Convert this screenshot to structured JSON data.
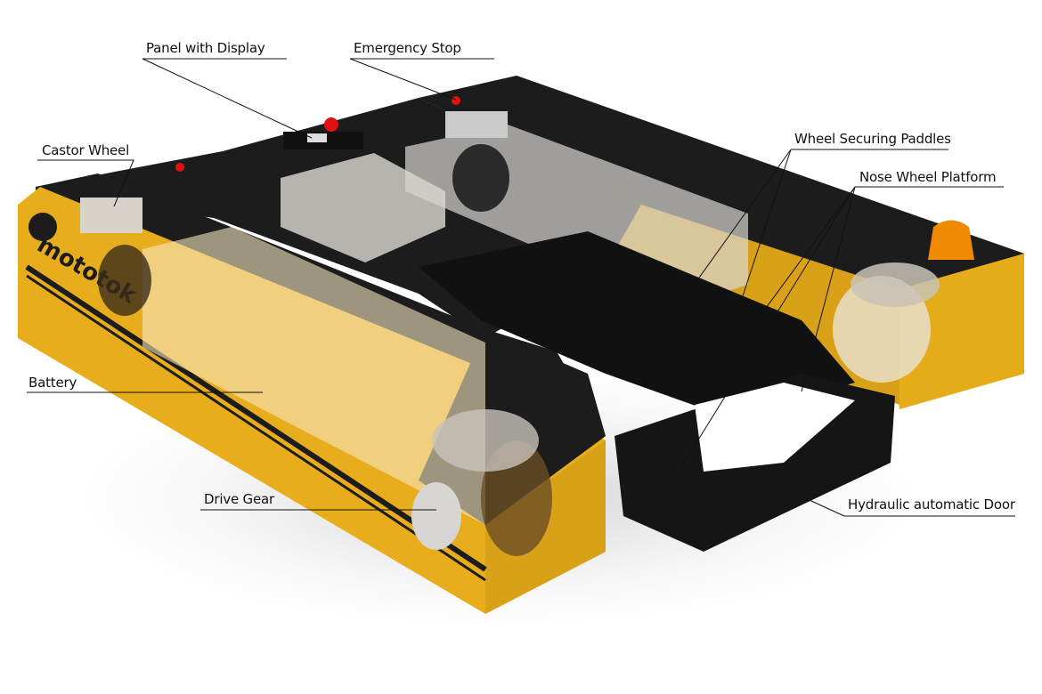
{
  "labels": {
    "panel_display": "Panel with Display",
    "emergency_stop": "Emergency Stop",
    "castor_wheel": "Castor Wheel",
    "wheel_paddles": "Wheel Securing Paddles",
    "nose_platform": "Nose Wheel Platform",
    "battery": "Battery",
    "drive_gear": "Drive Gear",
    "hydraulic_door": "Hydraulic automatic Door"
  },
  "logo": "mototok",
  "colors": {
    "body": "#f2b51c",
    "top": "#1a1a1a",
    "beacon": "#f08a00",
    "stop": "#e01010"
  }
}
